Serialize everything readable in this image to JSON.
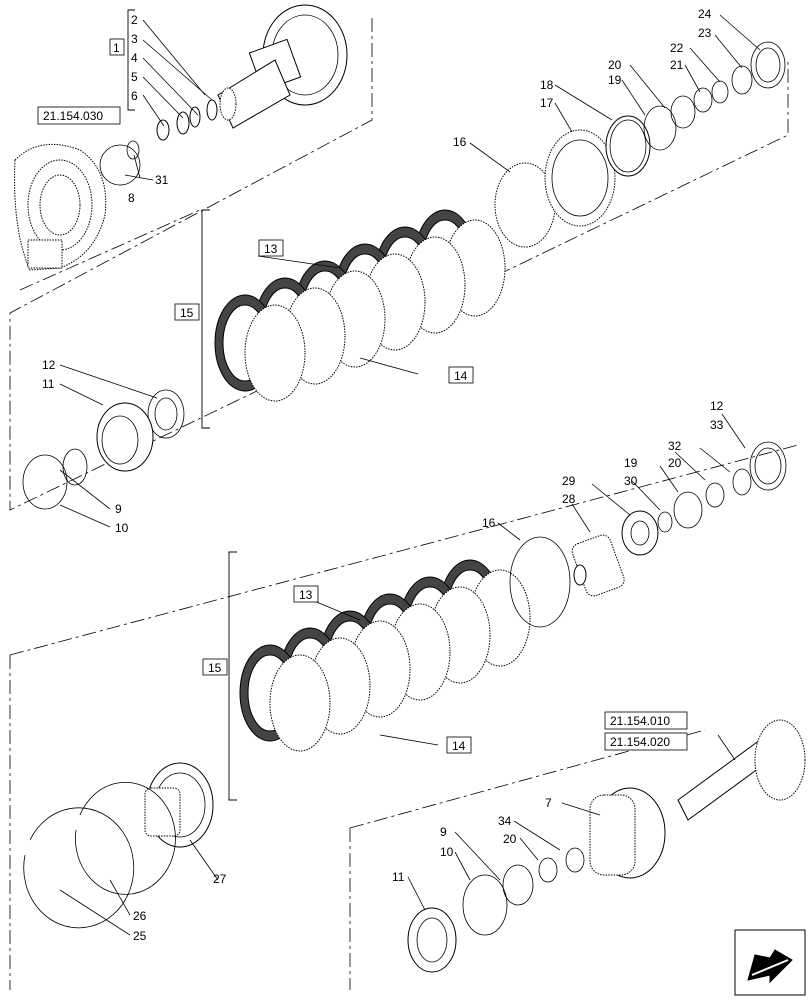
{
  "callouts": {
    "n1": "1",
    "n2": "2",
    "n3": "3",
    "n4": "4",
    "n5": "5",
    "n6": "6",
    "n8": "8",
    "n31": "31",
    "n24": "24",
    "n23": "23",
    "n22": "22",
    "n21": "21",
    "n20a": "20",
    "n19a": "19",
    "n18": "18",
    "n17": "17",
    "n16a": "16",
    "n13a": "13",
    "n15a": "15",
    "n14a": "14",
    "n12a": "12",
    "n11a": "11",
    "n9a": "9",
    "n10a": "10",
    "n12b": "12",
    "n33": "33",
    "n32": "32",
    "n20b": "20",
    "n19b": "19",
    "n30": "30",
    "n29": "29",
    "n28": "28",
    "n16b": "16",
    "n13b": "13",
    "n15b": "15",
    "n14b": "14",
    "n7": "7",
    "n34": "34",
    "n20c": "20",
    "n9b": "9",
    "n10b": "10",
    "n11b": "11",
    "n27": "27",
    "n26": "26",
    "n25": "25"
  },
  "references": {
    "ref_top": "21.154.030",
    "ref_shaft_1": "21.154.010",
    "ref_shaft_2": "21.154.020"
  },
  "navigation": {
    "icon": "next-page-arrow-icon"
  }
}
